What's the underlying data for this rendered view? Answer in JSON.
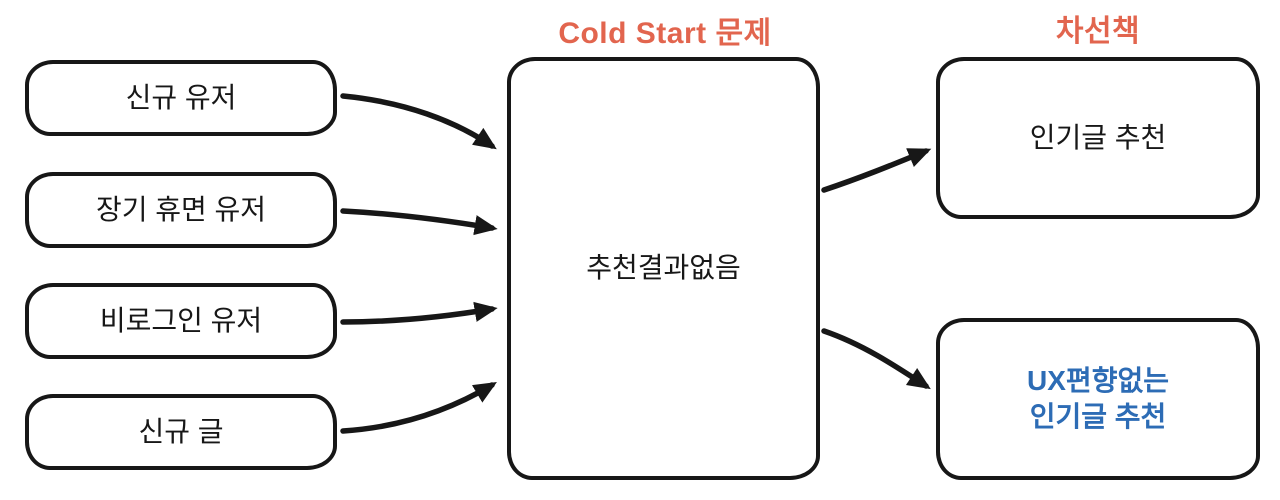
{
  "titles": {
    "problem": "Cold Start 문제",
    "fallback": "차선책"
  },
  "colors": {
    "title_color": "#e2654e",
    "blue_color": "#2d6cb5",
    "stroke_color": "#171717"
  },
  "inputs": [
    {
      "label": "신규 유저"
    },
    {
      "label": "장기 휴면 유저"
    },
    {
      "label": "비로그인 유저"
    },
    {
      "label": "신규 글"
    }
  ],
  "center": {
    "label": "추천결과없음"
  },
  "outputs": [
    {
      "label": "인기글 추천"
    },
    {
      "label": "UX편향없는\n인기글 추천"
    }
  ]
}
